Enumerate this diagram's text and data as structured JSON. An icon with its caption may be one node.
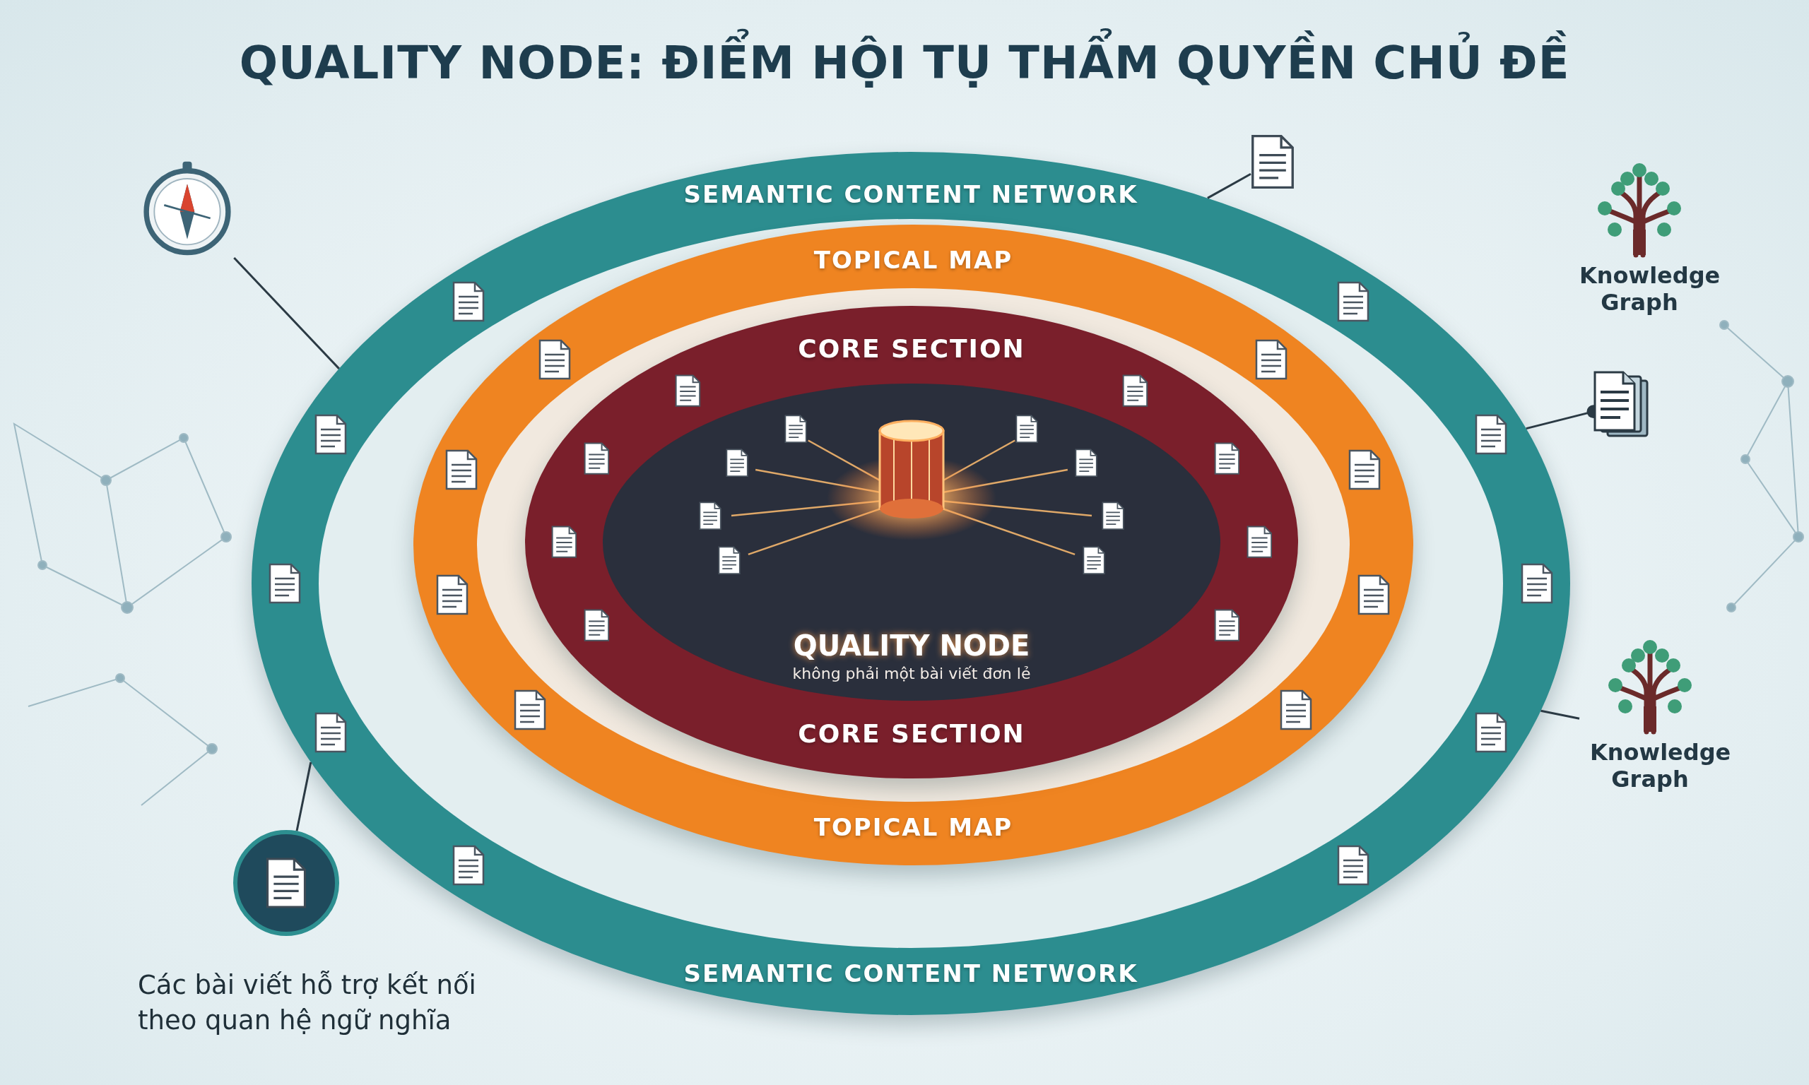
{
  "diagram": {
    "title": "QUALITY NODE: ĐIỂM HỘI TỤ THẨM QUYỀN CHỦ ĐỀ",
    "nodes": [
      {
        "text": [
          "SEMANTIC CONTENT NETWORK",
          "SEMANTIC CONTENT NETWORK"
        ]
      },
      {
        "text": [
          "TOPICAL MAP",
          "TOPICAL MAP"
        ],
        "in": 0
      },
      {
        "text": [
          "CORE SECTION",
          "CORE SECTION"
        ],
        "in": 1
      },
      {
        "text": [
          "QUALITY NODE",
          "không phải một bài viết đơn lẻ"
        ],
        "in": 2
      },
      {
        "text": [],
        "shape": "picture"
      },
      {
        "text": [],
        "shape": "picture"
      },
      {
        "text": [
          "Knowledge Graph"
        ]
      },
      {
        "text": [],
        "shape": "picture"
      },
      {
        "text": [
          "Knowledge Graph"
        ]
      },
      {
        "text": [],
        "shape": "circle",
        "beside": [
          "Các bài viết hỗ trợ kết nối theo quan hệ ngữ nghĩa"
        ]
      }
    ],
    "edges": [
      {
        "from": 4,
        "to": 0,
        "arrow": "none"
      },
      {
        "from": 5,
        "to": 0,
        "arrow": "none"
      },
      {
        "from": 7,
        "to": 0,
        "arrow": "other"
      },
      {
        "from": 8,
        "to": 0,
        "arrow": "none"
      },
      {
        "from": 9,
        "to": 0,
        "arrow": "none"
      }
    ]
  }
}
